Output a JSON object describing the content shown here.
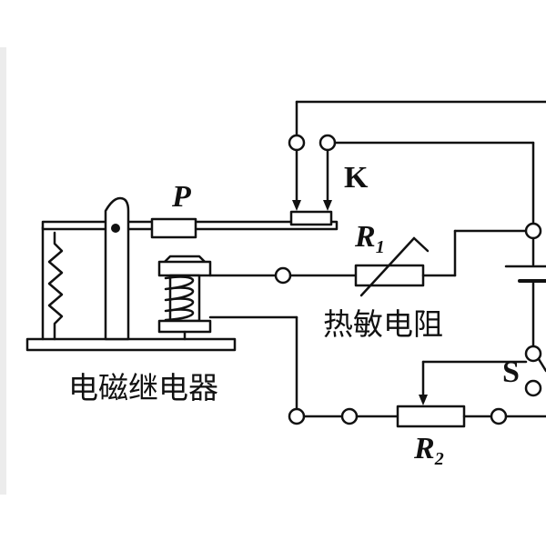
{
  "labels": {
    "contact": "K",
    "armature_weight": "P",
    "thermistor_symbol": "R",
    "thermistor_sub": "1",
    "thermistor_name": "热敏电阻",
    "rheostat_symbol": "R",
    "rheostat_sub": "2",
    "switch": "S",
    "relay_name": "电磁继电器"
  },
  "colors": {
    "stroke": "#111111",
    "background": "#ffffff",
    "edge_strip": "#ececec"
  }
}
